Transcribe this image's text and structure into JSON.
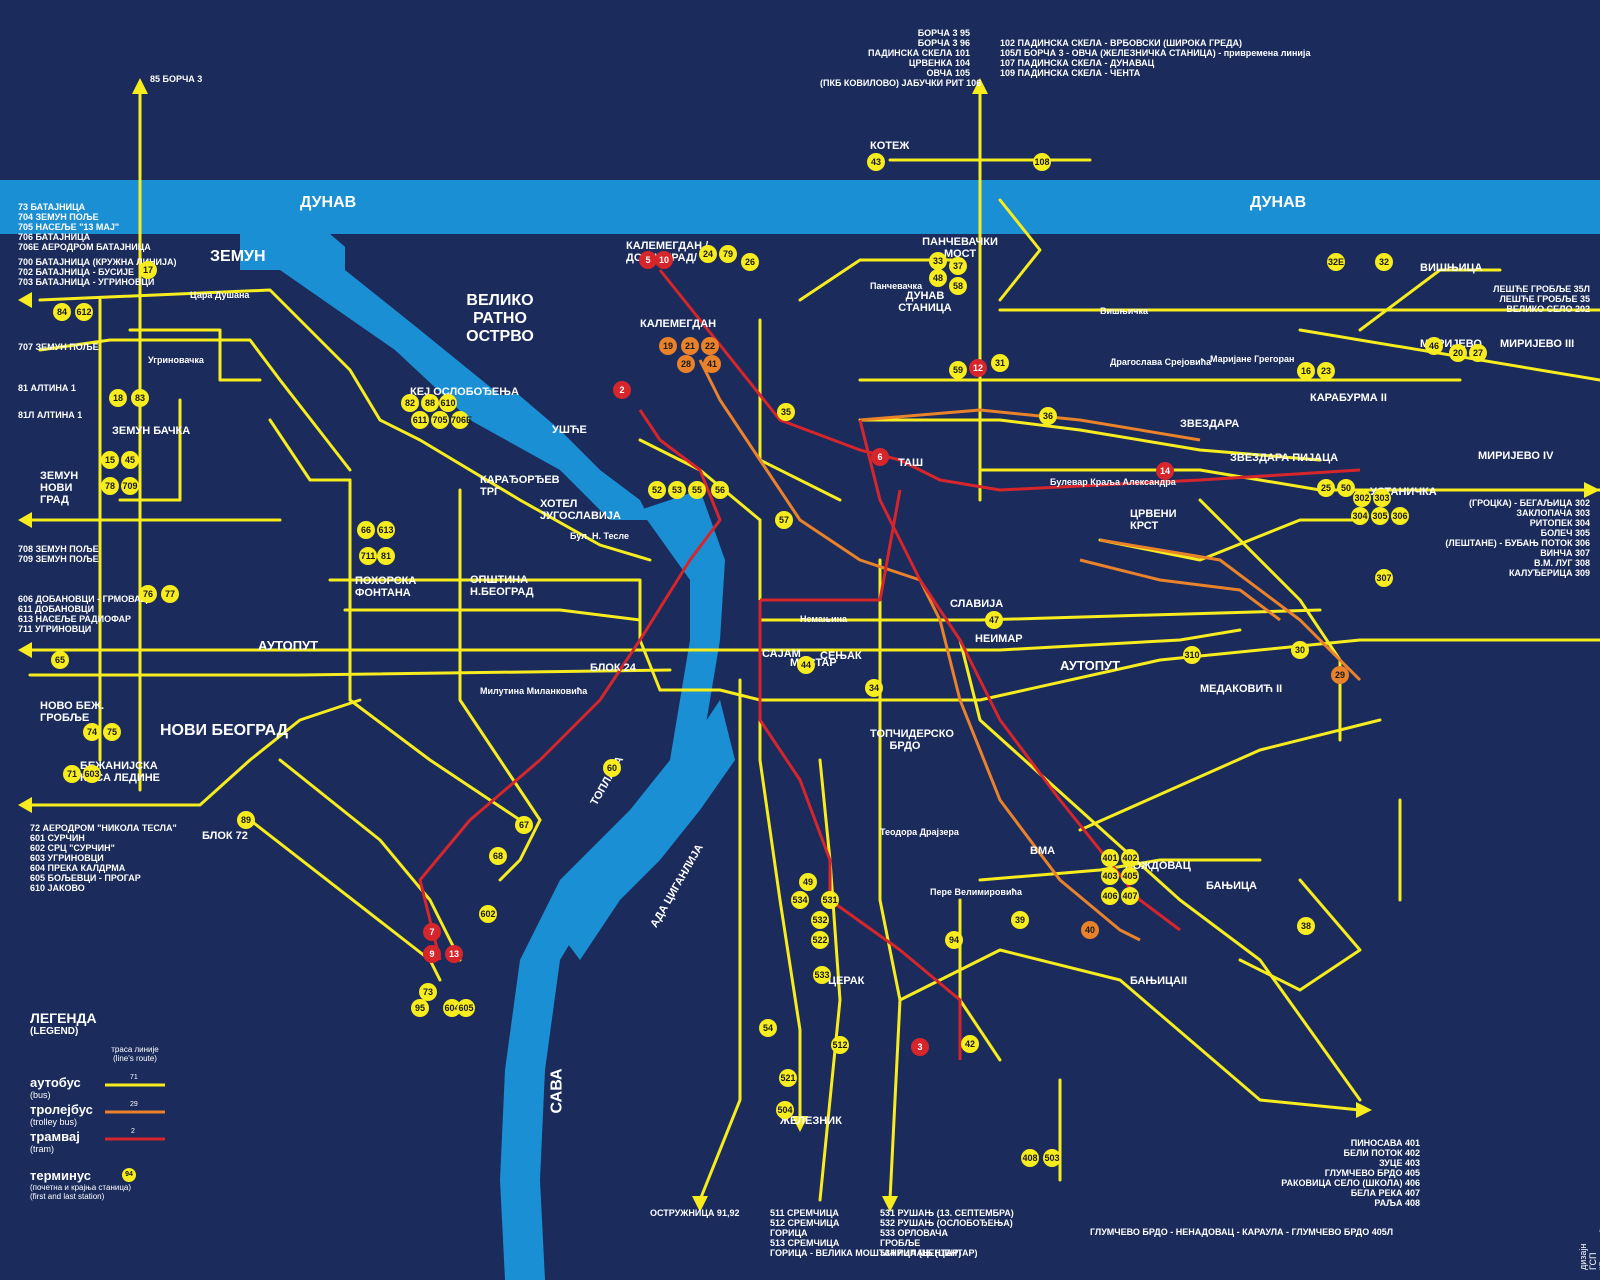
{
  "colors": {
    "background": "#1a2b5c",
    "river": "#1b8fd3",
    "bus": "#f7ec1e",
    "trolley": "#e9822a",
    "tram": "#d7262b",
    "text": "#ffffff"
  },
  "rivers": {
    "danube_left": "ДУНАВ",
    "danube_right": "ДУНАВ",
    "sava": "САВА"
  },
  "areas": {
    "zemun": "ЗЕМУН",
    "veliko_ratno_ostrvo": "ВЕЛИКО РАТНО ОСТРВО",
    "novi_beograd": "НОВИ БЕОГРАД",
    "kalemegdan_donji_grad": "КАЛЕМЕГДАН /ДОЊИ ГРАД/",
    "kalemegdan": "КАЛЕМЕГДАН",
    "zemun_bachka": "ЗЕМУН БАЧКА",
    "zemun_novi_grad": "ЗЕМУН НОВИ ГРАД",
    "novo_bez_groblje": "НОВО БЕЖ. ГРОБЉЕ",
    "bezanijska_kosa_ledine": "БЕЖАНИЈСКА КОСА ЛЕДИНЕ",
    "zvezdara": "ЗВЕЗДАРА",
    "ustanicka": "УСТАНИЧКА",
    "mirijevo": "МИРИЈЕВО",
    "mirijevo_3": "МИРИЈЕВО III",
    "mirijevo_4": "МИРИЈЕВО IV",
    "visnjica": "ВИШЊИЦА",
    "karaburma_2": "КАРАБУРМА II",
    "crveni_krst": "ЦРВЕНИ КРСТ",
    "slavija": "СЛАВИЈА",
    "tas": "ТАШ",
    "banjica": "БАЊИЦА",
    "banjica_2": "БАЊИЦАII",
    "vozdovac": "ВОЖДОВАЦ",
    "medakovic_2": "МЕДАКОВИЋ II",
    "kotez": "КОТЕЖ",
    "pancevacki_most": "ПАНЧЕВАЧКИ МОСТ",
    "dunav_stanica": "ДУНАВ СТАНИЦА",
    "kej_oslobodjenja": "КЕЈ ОСЛОБОЂЕЊА",
    "usce": "УШЋЕ",
    "karadjordjev_trg": "КАРАЂОРЂЕВ ТРГ",
    "hotel_jugoslavija": "ХОТЕЛ ЈУГОСЛАВИЈА",
    "pohorska_fontana": "ПОХОРСКА ФОНТАНА",
    "opstina_nbeograd": "ОПШТИНА Н.БЕОГРАД",
    "sajam": "САЈАМ",
    "mostar": "МОСТАР",
    "neimar": "НЕИМАР",
    "autoput": "АУТОПУТ",
    "autoput_2": "АУТОПУТ",
    "blok_24": "БЛОК 24",
    "blok_72": "БЛОК 72",
    "ada_ciganlija": "АДА ЦИГАНЛИЈА",
    "toplana": "ТОПЛАНА",
    "senjak": "СЕЊАК",
    "topciderko_brdo": "ТОПЧИДЕРСКО БРДО",
    "zvezdara_pijaca": "ЗВЕЗДАРА ПИЈАЦА",
    "cerak": "ЦЕРАК",
    "zeleznik": "ЖЕЛЕЗНИК",
    "vma": "ВМА"
  },
  "streets": {
    "cara_dusana": "Цара Душана",
    "ugrinovacka": "Угриновачка",
    "visnjicka": "Вишњичка",
    "bulevar_kralja_aleksandra": "Булевар Краља Александра",
    "nemanjina": "Немањина",
    "bul_n_tesle": "Бул. Н. Тесле",
    "pere_velimirovica": "Пере Велимировића",
    "teodora_drajzera": "Теодора Драјзера",
    "dragoslava_srejovica": "Драгослава Срејовића",
    "marijane_gregoran": "Маријане Грегоран",
    "milutina_milankovica": "Милутина Миланковића",
    "pancevacka": "Панчевачка"
  },
  "zemun_lines": [
    "73 БАТАЈНИЦА",
    "704 ЗЕМУН ПОЉЕ",
    "705 НАСЕЉЕ \"13 МАЈ\"",
    "706 БАТАЈНИЦА",
    "706Е АЕРОДРОМ БАТАЈНИЦА"
  ],
  "batajnica_lines": [
    "700 БАТАЈНИЦА (КРУЖНА ЛИНИЈА)",
    "702 БАТАЈНИЦА - БУСИЈЕ",
    "703 БАТАЈНИЦА - УГРИНОВЦИ"
  ],
  "west_exits": [
    "707 ЗЕМУН ПОЉЕ",
    "81 АЛТИНА 1",
    "81Л АЛТИНА 1",
    "708 ЗЕМУН ПОЉЕ",
    "709 ЗЕМУН ПОЉЕ"
  ],
  "dobanovci_lines": [
    "606 ДОБАНОВЦИ - ГРМОВАЦ",
    "611 ДОБАНОВЦИ",
    "613 НАСЕЉЕ РАДИОФАР",
    "711 УГРИНОВЦИ"
  ],
  "airport_lines": [
    "72 АЕРОДРОМ \"НИКОЛА ТЕСЛА\"",
    "601 СУРЧИН",
    "602 СРЦ \"СУРЧИН\"",
    "603 УГРИНОВЦИ",
    "604 ПРЕКА КАЛДРМА",
    "605 БОЉЕВЦИ - ПРОГАР",
    "610 ЈАКОВО"
  ],
  "north_lines": [
    "БОРЧА 3 95",
    "БОРЧА 3 96",
    "ПАДИНСКА СКЕЛА 101",
    "ЦРВЕНКА 104",
    "ОВЧА 105",
    "(ПКБ КОВИЛОВО) ЈАБУЧКИ РИТ 106"
  ],
  "north_lines_2": [
    "102 ПАДИНСКА СКЕЛА - ВРБОВСКИ (ШИРОКА ГРЕДА)",
    "105Л БОРЧА 3 - ОВЧА (ЖЕЛЕЗНИЧКА СТАНИЦА) - привремена линија",
    "107 ПАДИНСКА СКЕЛА - ДУНАВАЦ",
    "109 ПАДИНСКА СКЕЛА - ЧЕНТА"
  ],
  "borca_top": "85 БОРЧА 3",
  "east_lines": [
    "ЛЕШЋЕ ГРОБЉЕ 35Л",
    "ЛЕШЋЕ ГРОБЉЕ 35",
    "ВЕЛИКО СЕЛО 202"
  ],
  "grocka_lines": [
    "(ГРОЦКА) - БЕГАЉИЦА 302",
    "ЗАКЛОПАЧА 303",
    "РИТОПЕК 304",
    "БОЛЕЧ 305",
    "(ЛЕШТАНЕ) - БУБАЊ ПОТОК 306",
    "ВИНЧА 307",
    "В.М. ЛУГ 308",
    "КАЛУЂЕРИЦА 309"
  ],
  "south_east_lines": [
    "ПИНОСАВА 401",
    "БЕЛИ ПОТОК 402",
    "ЗУЦЕ 403",
    "ГЛУМЧЕВО БРДО 405",
    "РАКОВИЦА СЕЛО (ШКОЛА) 406",
    "БЕЛА РЕКА 407",
    "РАЉА 408"
  ],
  "glumcevo_line": "ГЛУМЧЕВО БРДО - НЕНАДОВАЦ - КАРАУЛА - ГЛУМЧЕВО БРДО 405Л",
  "south_lines": [
    "511 СРЕМЧИЦА",
    "512 СРЕМЧИЦА",
    "ГОРИЦА",
    "513 СРЕМЧИЦА",
    "ГОРИЦА - ВЕЛИКА МОШТАНИЦА (ЦЕНТАР)"
  ],
  "south_lines_2": [
    "531 РУШАЊ (13. СЕПТЕМБРА)",
    "532 РУШАЊ (ОСЛОБОЂЕЊА)",
    "533 ОРЛОВАЧА",
    "ГРОБЉЕ",
    "534 РИПАЊ (ЦЕНТАР)"
  ],
  "ostruznica": "ОСТРУЖНИЦА 91,92",
  "legend": {
    "title": "ЛЕГЕНДА",
    "subtitle": "(LEGEND)",
    "route_caption": "траса линије (line's route)",
    "bus": "аутобус",
    "bus_en": "(bus)",
    "trolley": "тролејбус",
    "trolley_en": "(trolley bus)",
    "tram": "трамвај",
    "tram_en": "(tram)",
    "terminus": "терминус",
    "terminus_desc": "(почетна и крајња станица)",
    "terminus_en": "(first and last station)",
    "sample_bus": "71",
    "sample_trolley": "29",
    "sample_tram": "2",
    "sample_terminus": "94"
  },
  "credit": "дизајн ГСП \"Београд\"",
  "terminals": [
    {
      "label": "5",
      "kind": "red"
    },
    {
      "label": "10",
      "kind": "red"
    },
    {
      "label": "2",
      "kind": "red"
    },
    {
      "label": "6",
      "kind": "red"
    },
    {
      "label": "3",
      "kind": "red"
    },
    {
      "label": "7",
      "kind": "red"
    },
    {
      "label": "9",
      "kind": "red"
    },
    {
      "label": "13",
      "kind": "red"
    },
    {
      "label": "12",
      "kind": "red"
    },
    {
      "label": "14",
      "kind": "red"
    },
    {
      "label": "19",
      "kind": "orange"
    },
    {
      "label": "21",
      "kind": "orange"
    },
    {
      "label": "22",
      "kind": "orange"
    },
    {
      "label": "28",
      "kind": "orange"
    },
    {
      "label": "29",
      "kind": "orange"
    },
    {
      "label": "41",
      "kind": "orange"
    },
    {
      "label": "40",
      "kind": "orange"
    },
    {
      "label": "84",
      "kind": "bus"
    },
    {
      "label": "612",
      "kind": "bus"
    },
    {
      "label": "17",
      "kind": "bus"
    },
    {
      "label": "18",
      "kind": "bus"
    },
    {
      "label": "83",
      "kind": "bus"
    },
    {
      "label": "15",
      "kind": "bus"
    },
    {
      "label": "45",
      "kind": "bus"
    },
    {
      "label": "78",
      "kind": "bus"
    },
    {
      "label": "709",
      "kind": "bus"
    },
    {
      "label": "76",
      "kind": "bus"
    },
    {
      "label": "77",
      "kind": "bus"
    },
    {
      "label": "65",
      "kind": "bus"
    },
    {
      "label": "74",
      "kind": "bus"
    },
    {
      "label": "75",
      "kind": "bus"
    },
    {
      "label": "71",
      "kind": "bus"
    },
    {
      "label": "603",
      "kind": "bus"
    },
    {
      "label": "89",
      "kind": "bus"
    },
    {
      "label": "82",
      "kind": "bus"
    },
    {
      "label": "88",
      "kind": "bus"
    },
    {
      "label": "610",
      "kind": "bus"
    },
    {
      "label": "611",
      "kind": "bus"
    },
    {
      "label": "705",
      "kind": "bus"
    },
    {
      "label": "706Е",
      "kind": "bus"
    },
    {
      "label": "24",
      "kind": "bus"
    },
    {
      "label": "79",
      "kind": "bus"
    },
    {
      "label": "26",
      "kind": "bus"
    },
    {
      "label": "33",
      "kind": "bus"
    },
    {
      "label": "37",
      "kind": "bus"
    },
    {
      "label": "48",
      "kind": "bus"
    },
    {
      "label": "58",
      "kind": "bus"
    },
    {
      "label": "43",
      "kind": "bus"
    },
    {
      "label": "108",
      "kind": "bus"
    },
    {
      "label": "32Е",
      "kind": "bus"
    },
    {
      "label": "32",
      "kind": "bus"
    },
    {
      "label": "46",
      "kind": "bus"
    },
    {
      "label": "20",
      "kind": "bus"
    },
    {
      "label": "27",
      "kind": "bus"
    },
    {
      "label": "16",
      "kind": "bus"
    },
    {
      "label": "23",
      "kind": "bus"
    },
    {
      "label": "25",
      "kind": "bus"
    },
    {
      "label": "50",
      "kind": "bus"
    },
    {
      "label": "302",
      "kind": "bus"
    },
    {
      "label": "303",
      "kind": "bus"
    },
    {
      "label": "304",
      "kind": "bus"
    },
    {
      "label": "305",
      "kind": "bus"
    },
    {
      "label": "306",
      "kind": "bus"
    },
    {
      "label": "307",
      "kind": "bus"
    },
    {
      "label": "310",
      "kind": "bus"
    },
    {
      "label": "30",
      "kind": "bus"
    },
    {
      "label": "38",
      "kind": "bus"
    },
    {
      "label": "39",
      "kind": "bus"
    },
    {
      "label": "42",
      "kind": "bus"
    },
    {
      "label": "47",
      "kind": "bus"
    },
    {
      "label": "44",
      "kind": "bus"
    },
    {
      "label": "34",
      "kind": "bus"
    },
    {
      "label": "60",
      "kind": "bus"
    },
    {
      "label": "67",
      "kind": "bus"
    },
    {
      "label": "68",
      "kind": "bus"
    },
    {
      "label": "52",
      "kind": "bus"
    },
    {
      "label": "53",
      "kind": "bus"
    },
    {
      "label": "55",
      "kind": "bus"
    },
    {
      "label": "56",
      "kind": "bus"
    },
    {
      "label": "57",
      "kind": "bus"
    },
    {
      "label": "49",
      "kind": "bus"
    },
    {
      "label": "54",
      "kind": "bus"
    },
    {
      "label": "94",
      "kind": "bus"
    },
    {
      "label": "95",
      "kind": "bus"
    },
    {
      "label": "73",
      "kind": "bus"
    },
    {
      "label": "604",
      "kind": "bus"
    },
    {
      "label": "605",
      "kind": "bus"
    },
    {
      "label": "602",
      "kind": "bus"
    },
    {
      "label": "401",
      "kind": "bus"
    },
    {
      "label": "402",
      "kind": "bus"
    },
    {
      "label": "403",
      "kind": "bus"
    },
    {
      "label": "405",
      "kind": "bus"
    },
    {
      "label": "406",
      "kind": "bus"
    },
    {
      "label": "407",
      "kind": "bus"
    },
    {
      "label": "408",
      "kind": "bus"
    },
    {
      "label": "503",
      "kind": "bus"
    },
    {
      "label": "504",
      "kind": "bus"
    },
    {
      "label": "521",
      "kind": "bus"
    },
    {
      "label": "522",
      "kind": "bus"
    },
    {
      "label": "533",
      "kind": "bus"
    },
    {
      "label": "534",
      "kind": "bus"
    },
    {
      "label": "531",
      "kind": "bus"
    },
    {
      "label": "532",
      "kind": "bus"
    },
    {
      "label": "512",
      "kind": "bus"
    },
    {
      "label": "59",
      "kind": "bus"
    },
    {
      "label": "35",
      "kind": "bus"
    },
    {
      "label": "31",
      "kind": "bus"
    },
    {
      "label": "36",
      "kind": "bus"
    },
    {
      "label": "66",
      "kind": "bus"
    },
    {
      "label": "81",
      "kind": "bus"
    },
    {
      "label": "711",
      "kind": "bus"
    },
    {
      "label": "613",
      "kind": "bus"
    }
  ]
}
